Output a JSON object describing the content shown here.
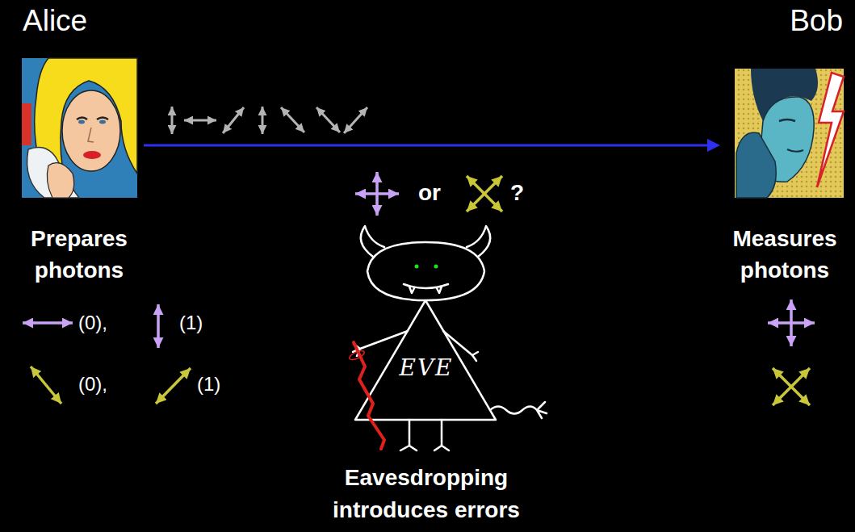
{
  "diagram": {
    "nodes": [
      {
        "text": [
          "Alice",
          "Prepares photons"
        ]
      },
      {
        "text": [
          "Bob",
          "Measures photons"
        ]
      },
      {
        "text": [
          "EVE",
          "Eavesdropping introduces errors"
        ]
      }
    ],
    "edges": [
      {
        "from": 0,
        "to": 1,
        "arrow": "to"
      }
    ],
    "labels": [
      "or",
      "?",
      "(0),",
      "(1)",
      "(0),",
      "(1)"
    ]
  }
}
